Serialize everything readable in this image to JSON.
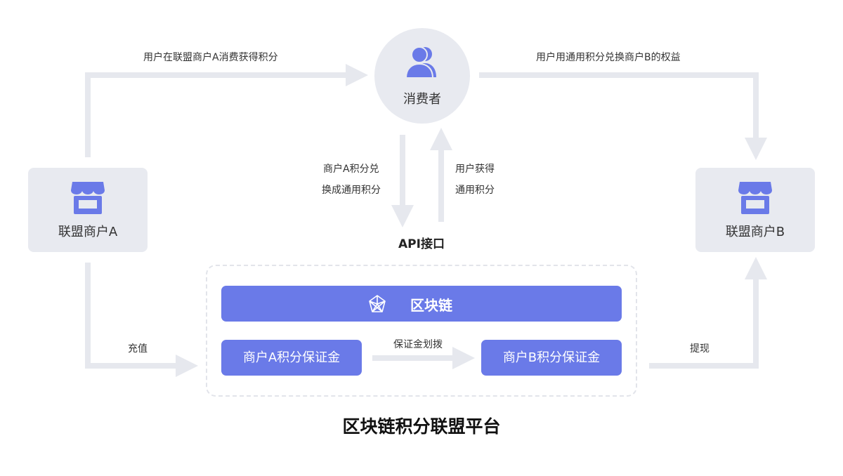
{
  "consumer": {
    "label": "消费者",
    "icon": "users-icon"
  },
  "merchant_a": {
    "label": "联盟商户A",
    "icon": "store-icon"
  },
  "merchant_b": {
    "label": "联盟商户B",
    "icon": "store-icon"
  },
  "flows": {
    "a_to_consumer": "用户在联盟商户A消费获得积分",
    "consumer_to_b": "用户用通用积分兑换商户B的权益",
    "exchange_line1": "商户A积分兑",
    "exchange_line2": "换成通用积分",
    "obtain_line1": "用户获得",
    "obtain_line2": "通用积分",
    "recharge": "充值",
    "withdraw": "提现",
    "transfer": "保证金划拨"
  },
  "api_label": "API接口",
  "platform": {
    "blockchain_label": "区块链",
    "blockchain_icon": "network-icon",
    "deposit_a": "商户A积分保证金",
    "deposit_b": "商户B积分保证金",
    "title": "区块链积分联盟平台"
  },
  "colors": {
    "accent": "#6a7ae8",
    "box_bg": "#e8eaf0",
    "arrow": "#e6e8ee"
  }
}
